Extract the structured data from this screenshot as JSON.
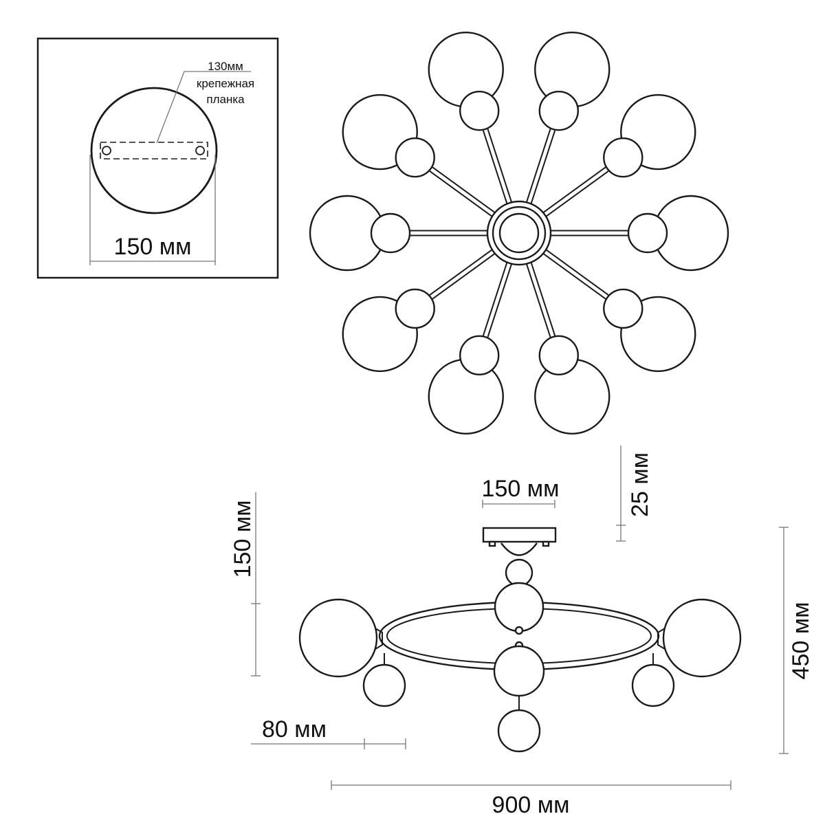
{
  "inset": {
    "plate_note_size": "130мм",
    "plate_note_line1": "крепежная",
    "plate_note_line2": "планка",
    "diameter_label": "150 мм"
  },
  "side_view": {
    "canopy_width_label": "150 мм",
    "canopy_height_label": "25 мм",
    "drop_height_label": "150 мм",
    "total_height_label": "450 мм",
    "arm_offset_label": "80 мм",
    "total_width_label": "900 мм"
  },
  "colors": {
    "line": "#1a1a1a",
    "dimension_line": "#777777",
    "background": "#ffffff"
  }
}
